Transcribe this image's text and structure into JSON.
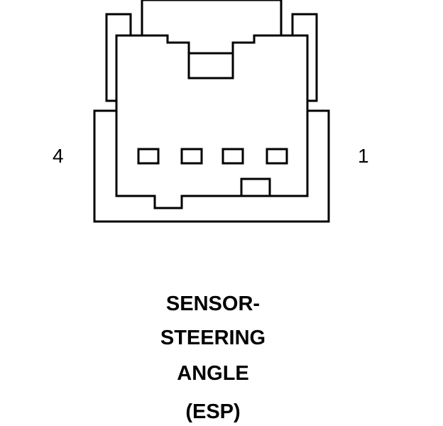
{
  "pins": {
    "left": "4",
    "right": "1"
  },
  "caption": [
    "SENSOR-",
    "STEERING",
    "ANGLE",
    "(ESP)"
  ],
  "colors": {
    "stroke": "#000000",
    "background": "#ffffff"
  }
}
